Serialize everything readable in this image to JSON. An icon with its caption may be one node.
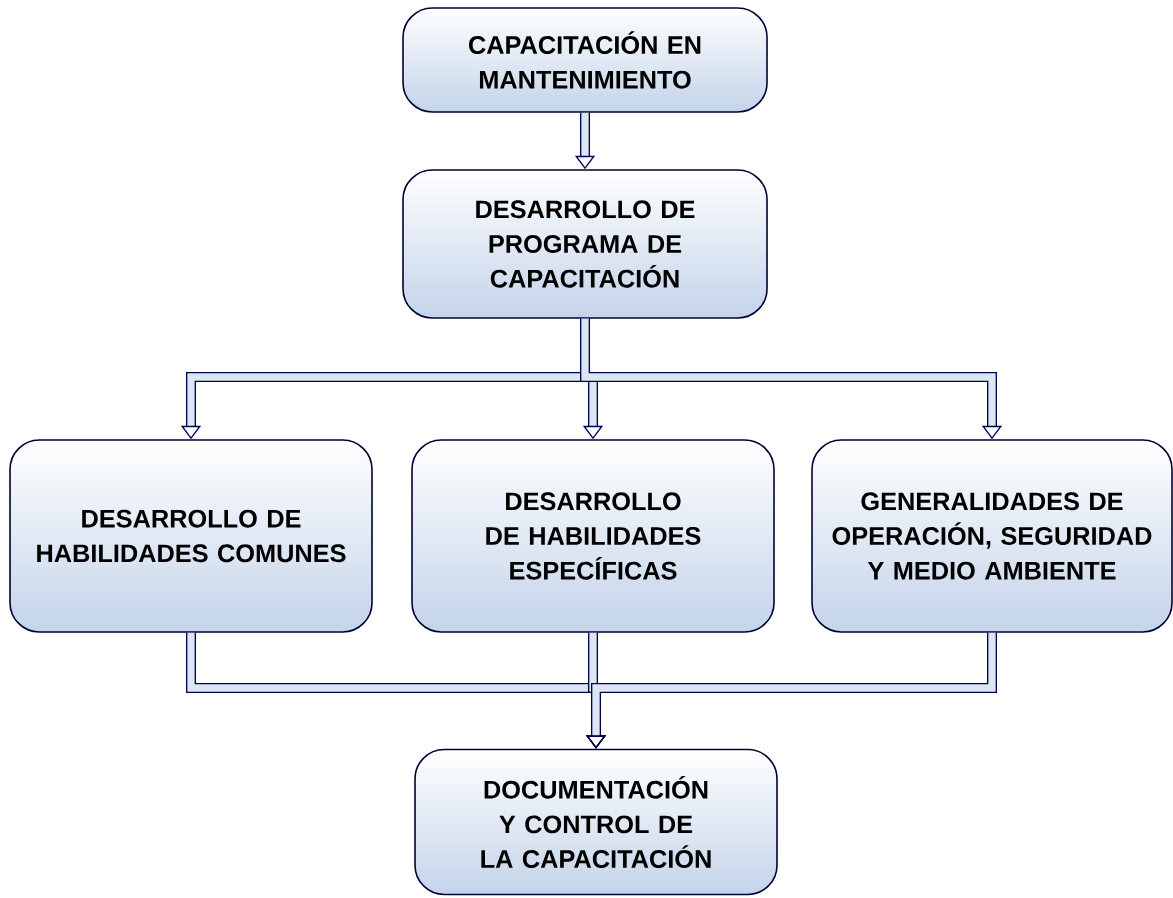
{
  "diagram": {
    "nodes": [
      {
        "text": [
          "CAPACITACIÓN EN MANTENIMIENTO"
        ]
      },
      {
        "text": [
          "DESARROLLO DE PROGRAMA DE CAPACITACIÓN"
        ]
      },
      {
        "text": [
          "DESARROLLO DE HABILIDADES COMUNES"
        ]
      },
      {
        "text": [
          "DESARROLLO DE HABILIDADES ESPECÍFICAS"
        ]
      },
      {
        "text": [
          "GENERALIDADES DE OPERACIÓN, SEGURIDAD Y MEDIO AMBIENTE"
        ]
      },
      {
        "text": [
          "DOCUMENTACIÓN Y CONTROL DE LA CAPACITACIÓN"
        ]
      }
    ],
    "edges": [
      {
        "from": 0,
        "to": 1,
        "arrow": "to"
      },
      {
        "from": 1,
        "to": 2,
        "arrow": "to"
      },
      {
        "from": 1,
        "to": 3,
        "arrow": "to"
      },
      {
        "from": 1,
        "to": 4,
        "arrow": "to"
      },
      {
        "from": 2,
        "to": 5,
        "arrow": "to"
      },
      {
        "from": 3,
        "to": 5,
        "arrow": "to"
      },
      {
        "from": 4,
        "to": 5,
        "arrow": "to"
      }
    ]
  }
}
